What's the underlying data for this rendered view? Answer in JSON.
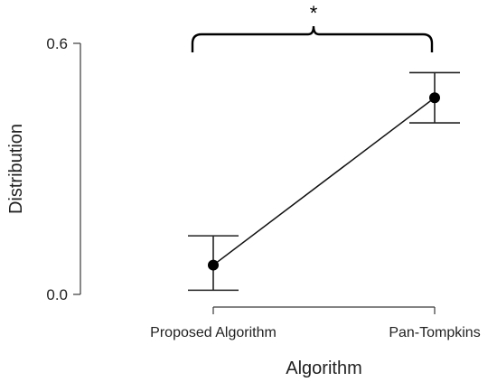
{
  "chart_data": {
    "type": "line",
    "categories": [
      "Proposed Algorithm",
      "Pan-Tompkins"
    ],
    "series": [
      {
        "values": [
          0.07,
          0.47
        ],
        "error_low": [
          0.01,
          0.41
        ],
        "error_high": [
          0.14,
          0.53
        ]
      }
    ],
    "xlabel": "Algorithm",
    "ylabel": "Distribution",
    "ylim": [
      0.0,
      0.6
    ],
    "yticks": [
      "0.0",
      "0.6"
    ],
    "significance": {
      "between": [
        "Proposed Algorithm",
        "Pan-Tompkins"
      ],
      "label": "*"
    },
    "grid": false,
    "colors": {
      "line": "#111111",
      "point": "#000000",
      "axis": "#3a3a3a"
    }
  }
}
